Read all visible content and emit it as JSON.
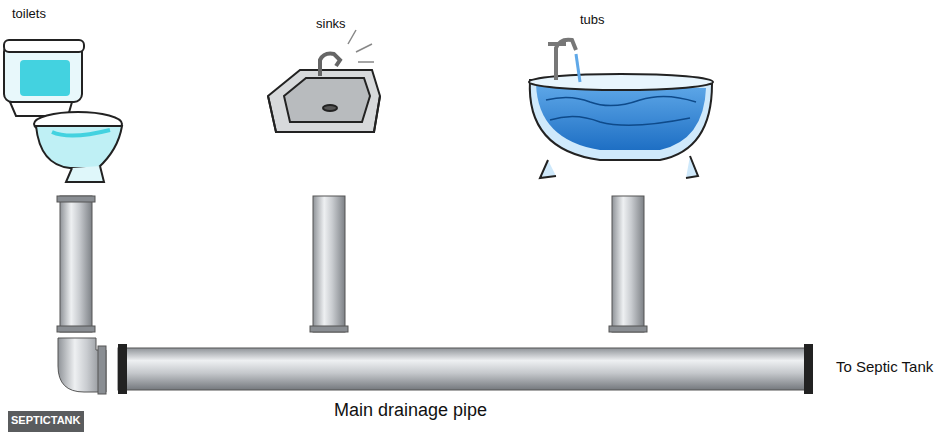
{
  "diagram": {
    "labels": [
      "toilets",
      "sinks",
      "tubs",
      "To Septic Tank",
      "Main drainage pipe",
      "SEPTICTANK"
    ]
  }
}
